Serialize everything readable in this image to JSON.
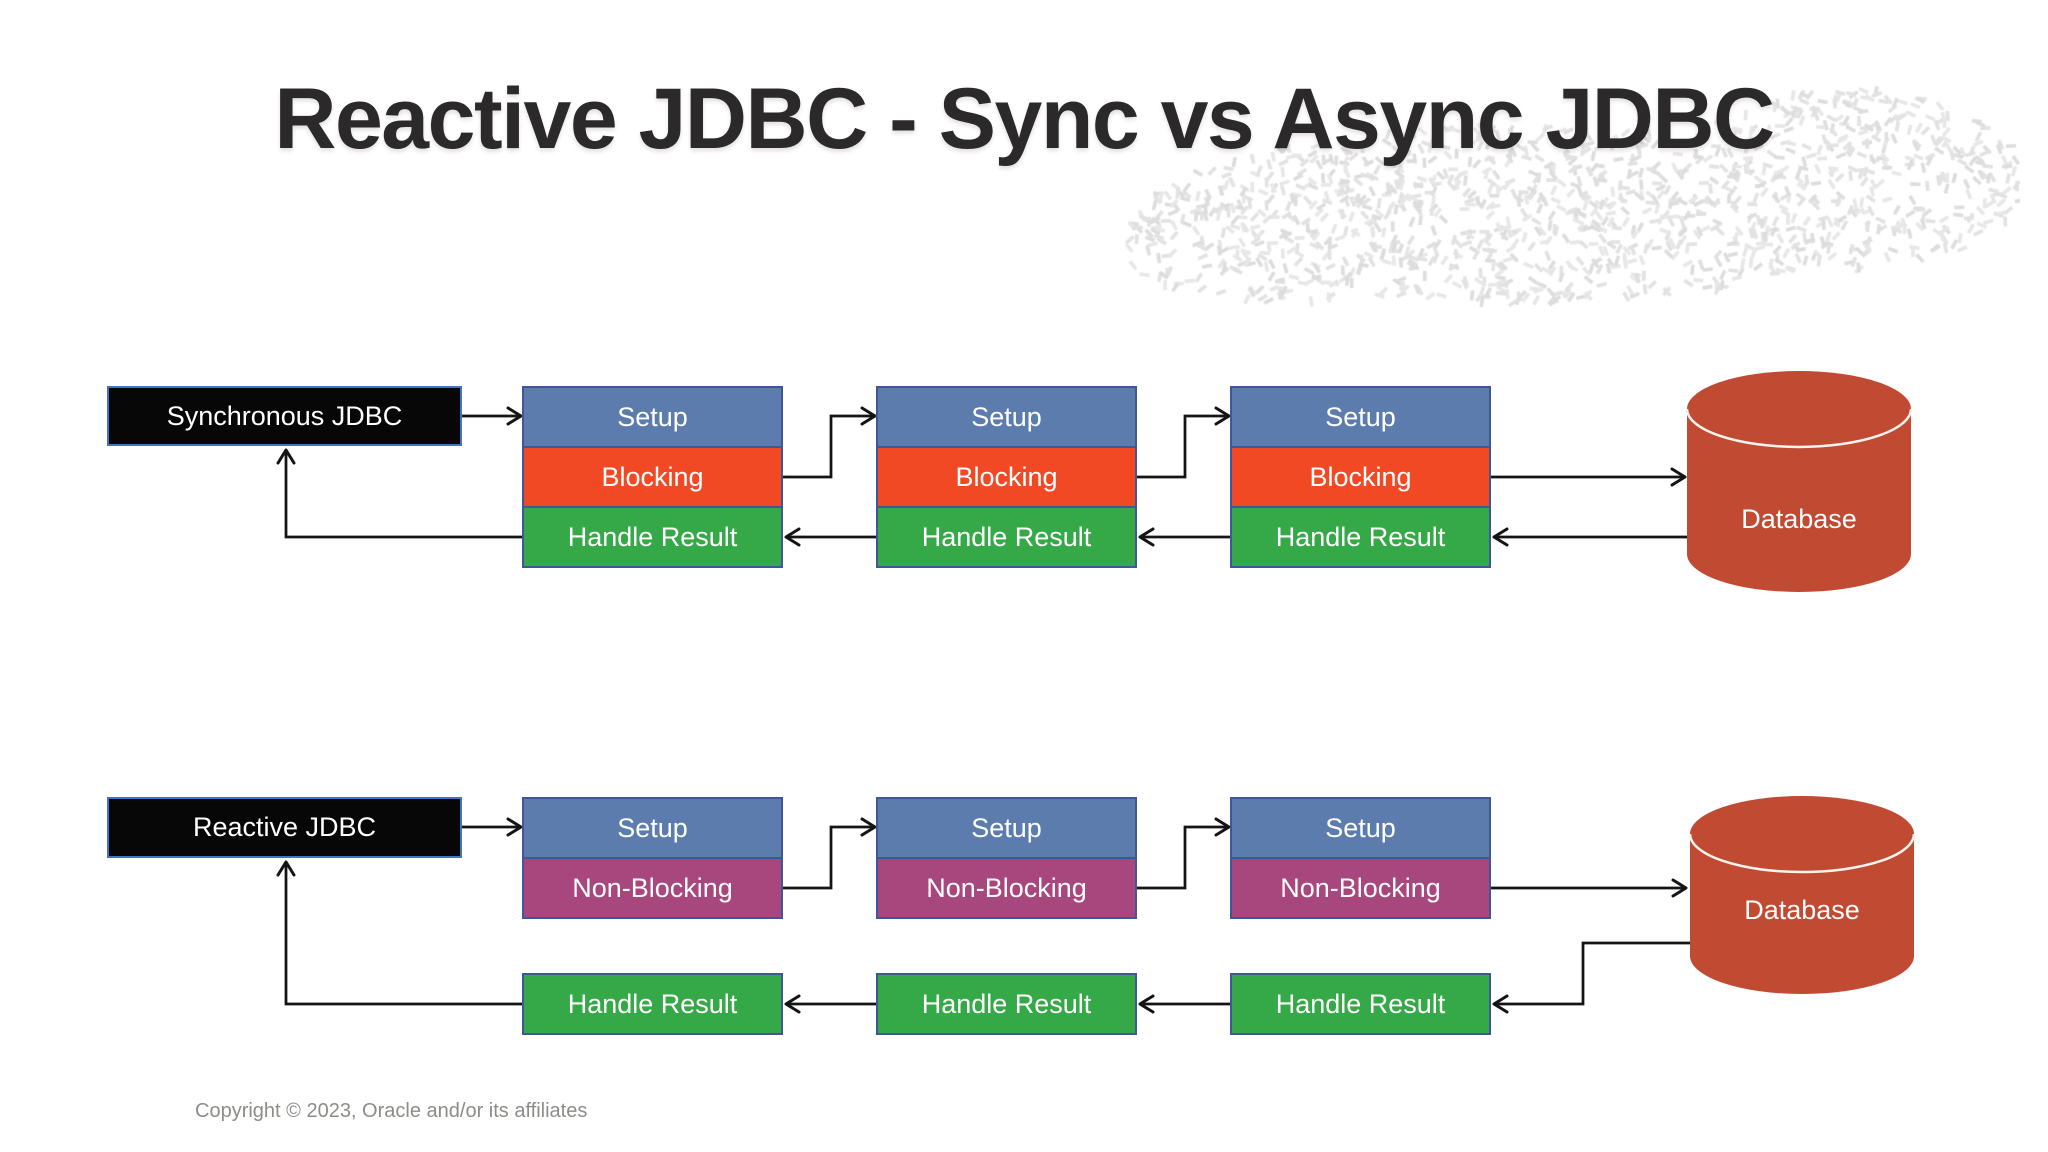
{
  "title": {
    "text": "Reactive JDBC - Sync vs Async JDBC"
  },
  "sync": {
    "label": "Synchronous JDBC",
    "database": "Database",
    "stages": [
      {
        "setup": "Setup",
        "blocking": "Blocking",
        "handle": "Handle Result"
      },
      {
        "setup": "Setup",
        "blocking": "Blocking",
        "handle": "Handle Result"
      },
      {
        "setup": "Setup",
        "blocking": "Blocking",
        "handle": "Handle Result"
      }
    ]
  },
  "reactive": {
    "label": "Reactive JDBC",
    "database": "Database",
    "stages": [
      {
        "setup": "Setup",
        "nonblocking": "Non-Blocking",
        "handle": "Handle Result"
      },
      {
        "setup": "Setup",
        "nonblocking": "Non-Blocking",
        "handle": "Handle Result"
      },
      {
        "setup": "Setup",
        "nonblocking": "Non-Blocking",
        "handle": "Handle Result"
      }
    ]
  },
  "footer": {
    "copyright": "Copyright © 2023, Oracle and/or its affiliates"
  },
  "colors": {
    "background": "#FFFFFF",
    "title": "#2C292A",
    "setup": "#5B7CAD",
    "blocking": "#F04923",
    "non_blocking": "#A7477D",
    "handle_result": "#35A847",
    "database": "#C04A32",
    "stack_border": "#3F5796",
    "label_box_bg": "#070707",
    "label_box_border": "#4472C4",
    "arrow": "#141414",
    "texture": "#E3E1E1",
    "copyright": "#8E8C89"
  }
}
